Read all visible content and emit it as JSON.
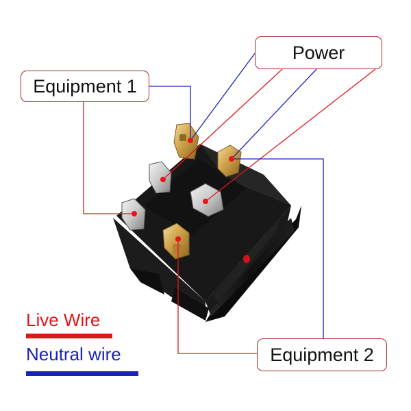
{
  "labels": {
    "power": "Power",
    "equipment_1": "Equipment 1",
    "equipment_2": "Equipment 2"
  },
  "legend": [
    {
      "text": "Live Wire",
      "color": "#e0161b"
    },
    {
      "text": "Neutral wire",
      "color": "#1a22b8"
    }
  ],
  "colors": {
    "live": "#e0161b",
    "neutral": "#1a22b8",
    "box_border": "#a8282a",
    "terminal_dot": "#e8141c",
    "switch_body": "#141414",
    "brass": "#c99a3a",
    "indicator": "#d4141a"
  },
  "switch": {
    "name": "rocker-switch-6-pin",
    "terminals": 6
  }
}
